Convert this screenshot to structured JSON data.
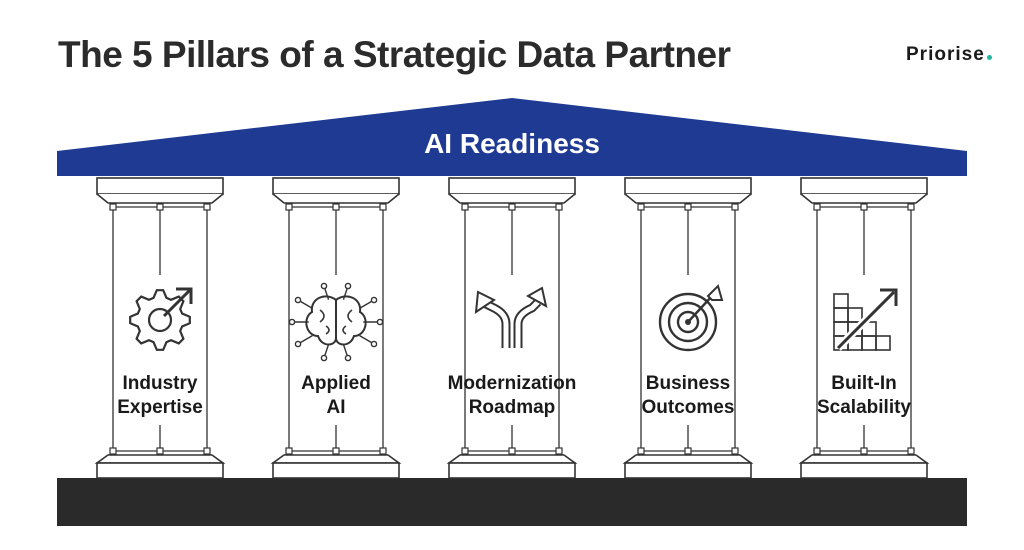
{
  "header": {
    "title": "The 5 Pillars of a Strategic Data Partner"
  },
  "brand": {
    "name": "Priorise",
    "dot_color": "#1fb8a0"
  },
  "roof": {
    "label": "AI Readiness",
    "color": "#1f3a93"
  },
  "base": {
    "color": "#2a2a2a"
  },
  "pillars": [
    {
      "line1": "Industry",
      "line2": "Expertise",
      "icon": "gear-arrow-icon"
    },
    {
      "line1": "Applied",
      "line2": "AI",
      "icon": "brain-circuit-icon"
    },
    {
      "line1": "Modernization",
      "line2": "Roadmap",
      "icon": "split-path-arrow-icon"
    },
    {
      "line1": "Business",
      "line2": "Outcomes",
      "icon": "target-arrow-icon"
    },
    {
      "line1": "Built-In",
      "line2": "Scalability",
      "icon": "growth-grid-arrow-icon"
    }
  ]
}
